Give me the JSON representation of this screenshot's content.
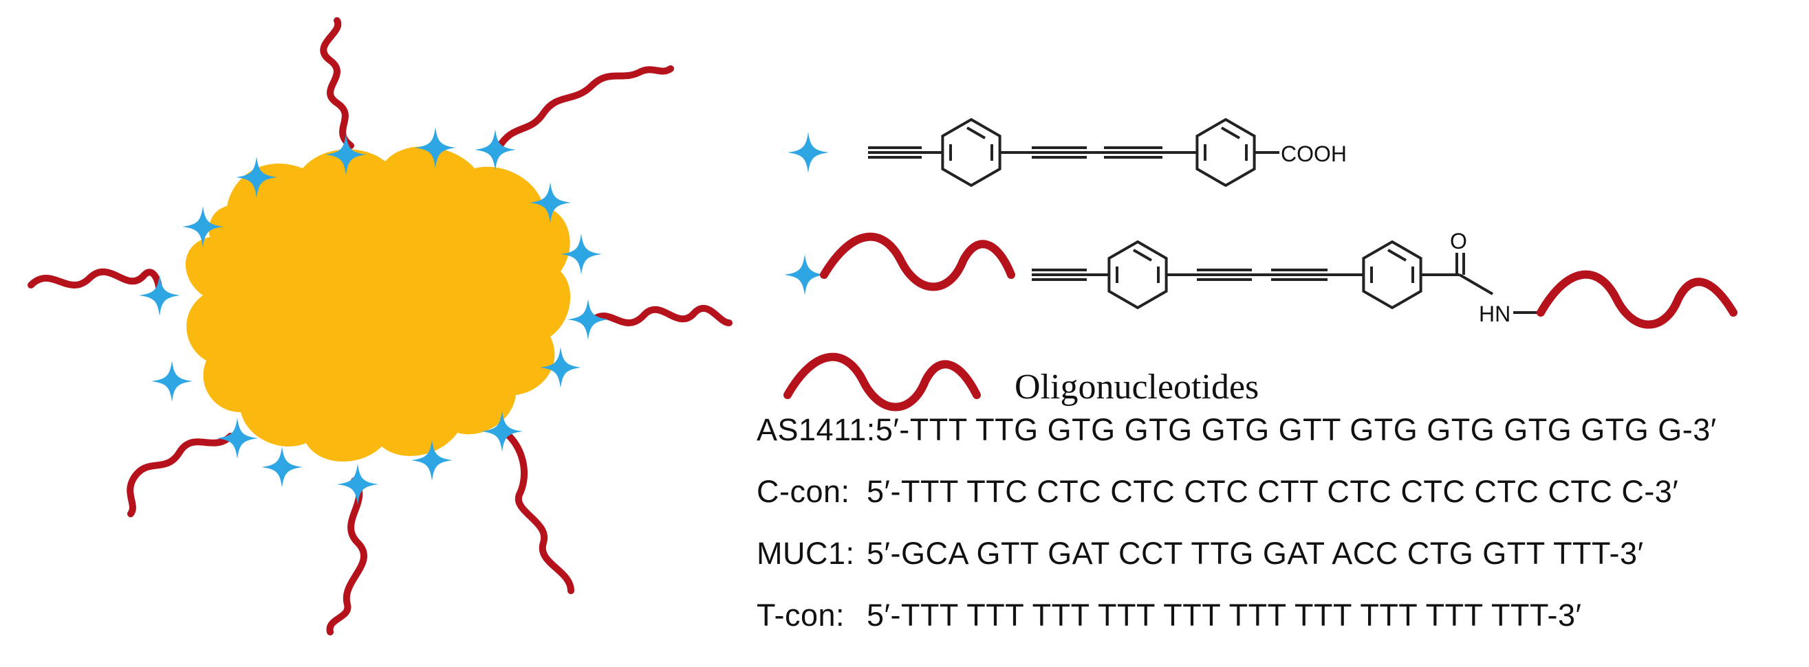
{
  "colors": {
    "core": "#FBB80F",
    "star": "#2EA6E3",
    "oligo": "#B5121B",
    "oligo_dark": "#7A0A10",
    "bond": "#222222"
  },
  "legend": {
    "row1_group": "COOH",
    "row2_amide_o": "O",
    "row2_amide_nh": "HN",
    "row3_label": "Oligonucleotides"
  },
  "sequences": [
    {
      "name": "AS1411:",
      "seq": "5′-TTT TTG GTG GTG GTG GTT GTG GTG GTG GTG G-3′"
    },
    {
      "name": "C-con:",
      "seq": "5′-TTT TTC CTC CTC CTC CTT CTC CTC CTC CTC C-3′"
    },
    {
      "name": "MUC1:",
      "seq": "5′-GCA GTT GAT CCT TTG GAT ACC CTG GTT TTT-3′"
    },
    {
      "name": "T-con:",
      "seq": "5′-TTT TTT TTT TTT TTT TTT TTT TTT TTT TTT-3′"
    }
  ]
}
